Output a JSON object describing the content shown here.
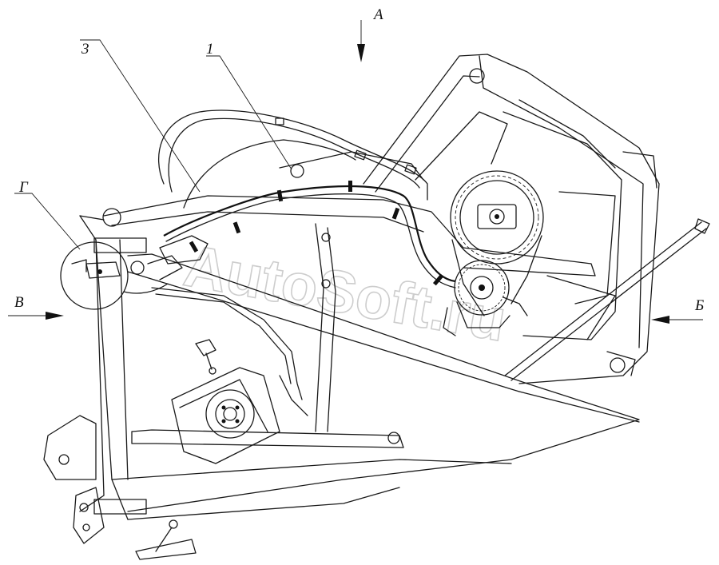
{
  "labels": {
    "view_a": "А",
    "view_b": "Б",
    "view_v": "В",
    "view_g": "Г",
    "callout_1": "1",
    "callout_3": "3"
  },
  "watermark": "AutoSoft.ru",
  "colors": {
    "line": "#1a1a1a",
    "watermark": "#b8b8b8",
    "background": "#ffffff"
  }
}
